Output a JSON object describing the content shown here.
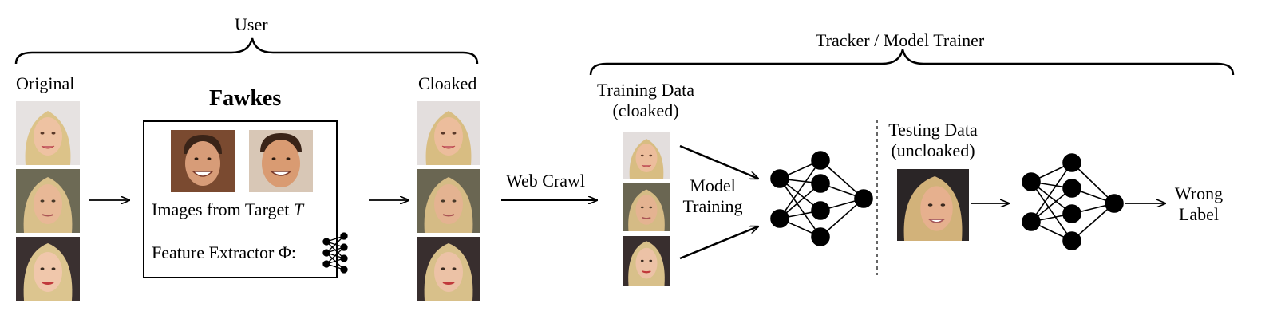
{
  "user": {
    "label": "User"
  },
  "tracker": {
    "label": "Tracker / Model Trainer"
  },
  "original": {
    "label": "Original"
  },
  "cloaked": {
    "label": "Cloaked"
  },
  "fawkes": {
    "title": "Fawkes",
    "images_label": "Images from Target ",
    "images_var": "T",
    "extractor_label": "Feature Extractor Φ:"
  },
  "web_crawl": {
    "label": "Web Crawl"
  },
  "training_data": {
    "line1": "Training Data",
    "line2": "(cloaked)"
  },
  "model_training": {
    "line1": "Model",
    "line2": "Training"
  },
  "testing_data": {
    "line1": "Testing Data",
    "line2": "(uncloaked)"
  },
  "output": {
    "line1": "Wrong",
    "line2": "Label"
  },
  "colors": {
    "skin": "#e9b99a",
    "hair_blonde": "#d9c08a",
    "hair_dark": "#5a3a26",
    "bg_grey": "#d8d4d2",
    "bg_dark": "#3a3030",
    "lips": "#c0393b"
  }
}
